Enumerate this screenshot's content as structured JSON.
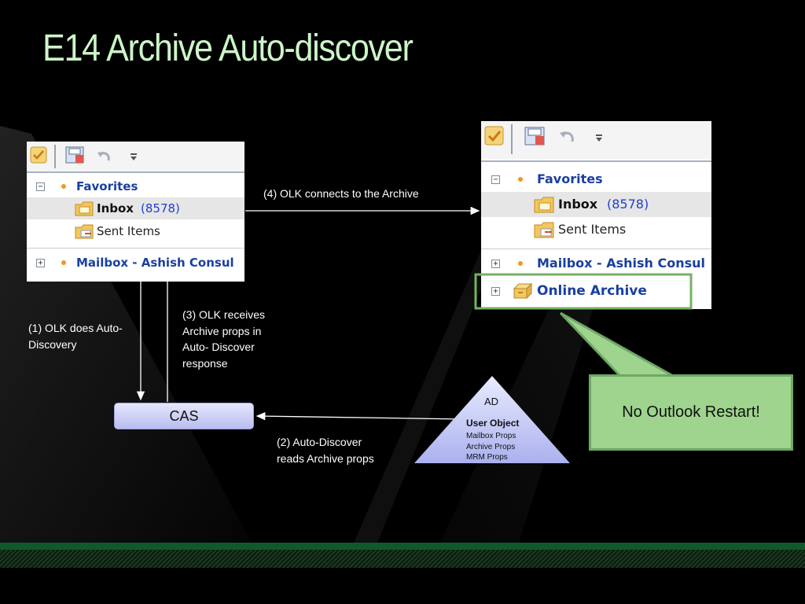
{
  "title": "E14 Archive Auto-discover",
  "pane_left": {
    "favorites": "Favorites",
    "inbox": "Inbox",
    "inbox_count": "(8578)",
    "sent_items": "Sent Items",
    "mailbox": "Mailbox - Ashish Consul"
  },
  "pane_right": {
    "favorites": "Favorites",
    "inbox": "Inbox",
    "inbox_count": "(8578)",
    "sent_items": "Sent Items",
    "mailbox": "Mailbox - Ashish Consul",
    "online_archive": "Online Archive"
  },
  "steps": {
    "step1": [
      "(1) OLK does Auto-",
      "Discovery"
    ],
    "step2": [
      "(2) Auto-Discover",
      "reads Archive props"
    ],
    "step3": [
      "(3) OLK receives",
      "Archive props in",
      "Auto- Discover",
      "response"
    ],
    "step4": "(4) OLK connects to the Archive"
  },
  "cas": "CAS",
  "ad": {
    "label": "AD",
    "user_object": "User Object",
    "props": [
      "Mailbox Props",
      "Archive Props",
      "MRM Props"
    ]
  },
  "callout": "No Outlook Restart!",
  "colors": {
    "title": "#cdf5c8",
    "callout_fill": "#9ed48d",
    "callout_border": "#6ea964",
    "band": "#0f5a2c"
  }
}
